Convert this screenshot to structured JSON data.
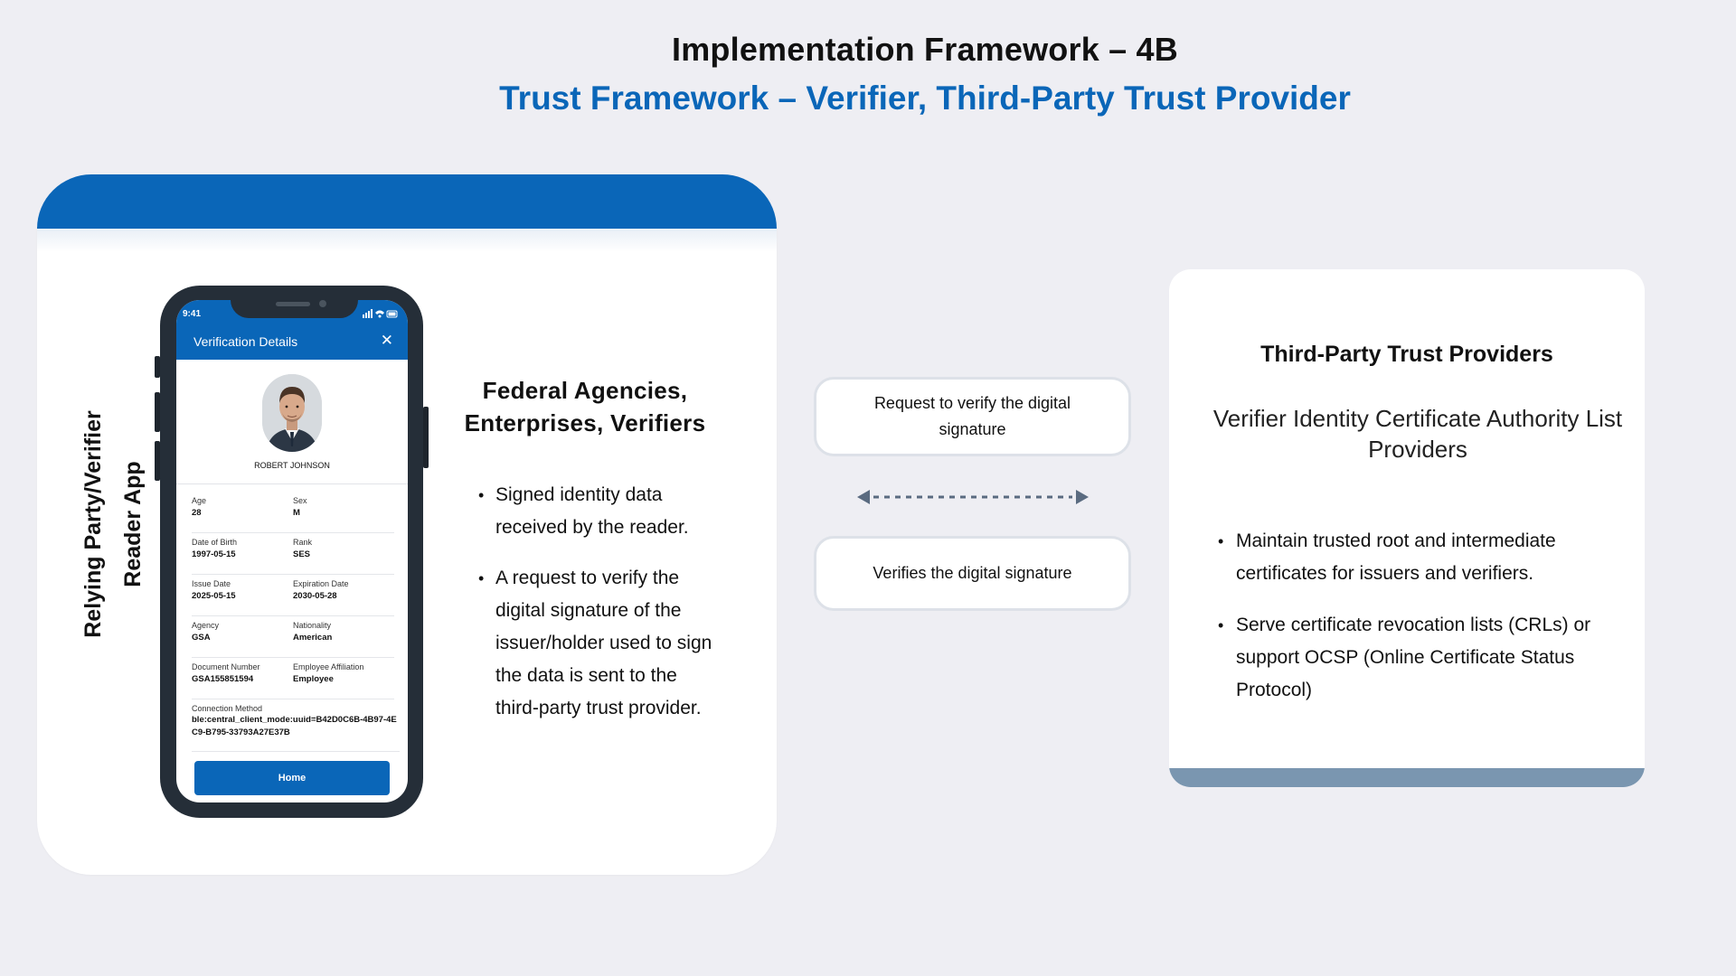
{
  "header": {
    "title": "Implementation Framework – 4B",
    "subtitle": "Trust Framework – Verifier, Third-Party Trust Provider"
  },
  "left_panel": {
    "vertical_label_line1": "Relying Party/Verifier",
    "vertical_label_line2": "Reader App",
    "heading_line1": "Federal Agencies,",
    "heading_line2": "Enterprises, Verifiers",
    "bullets": [
      "Signed identity data received by the reader.",
      "A request to verify the digital signature of the issuer/holder used to sign the data is sent to the third-party trust provider."
    ]
  },
  "phone": {
    "time": "9:41",
    "status_icons": "signal-wifi-battery",
    "screen_title": "Verification Details",
    "close_icon": "close-icon",
    "person_name": "ROBERT JOHNSON",
    "fields": [
      {
        "label": "Age",
        "value": "28"
      },
      {
        "label": "Sex",
        "value": "M"
      },
      {
        "label": "Date of Birth",
        "value": "1997-05-15"
      },
      {
        "label": "Rank",
        "value": "SES"
      },
      {
        "label": "Issue Date",
        "value": "2025-05-15"
      },
      {
        "label": "Expiration Date",
        "value": "2030-05-28"
      },
      {
        "label": "Agency",
        "value": "GSA"
      },
      {
        "label": "Nationality",
        "value": "American"
      },
      {
        "label": "Document Number",
        "value": "GSA155851594"
      },
      {
        "label": "Employee Affiliation",
        "value": "Employee"
      }
    ],
    "connection_label": "Connection Method",
    "connection_value": "ble:central_client_mode:uuid=B42D0C6B-4B97-4EC9-B795-33793A27E37B",
    "home_button": "Home"
  },
  "middle": {
    "request_text": "Request to verify the digital signature",
    "verifies_text": "Verifies the digital signature",
    "arrow": "bidirectional-dashed-arrow"
  },
  "right_panel": {
    "title": "Third-Party Trust Providers",
    "subtitle": "Verifier Identity Certificate Authority List Providers",
    "bullets": [
      "Maintain trusted root and intermediate certificates for issuers and verifiers.",
      "Serve certificate revocation lists (CRLs) or support OCSP (Online Certificate Status Protocol)"
    ]
  },
  "colors": {
    "background": "#EEEEF3",
    "primary_blue": "#0A66B8",
    "card_bottom_bar": "#7A96B0",
    "phone_frame": "#252E38",
    "arrow": "#5A6B80"
  }
}
